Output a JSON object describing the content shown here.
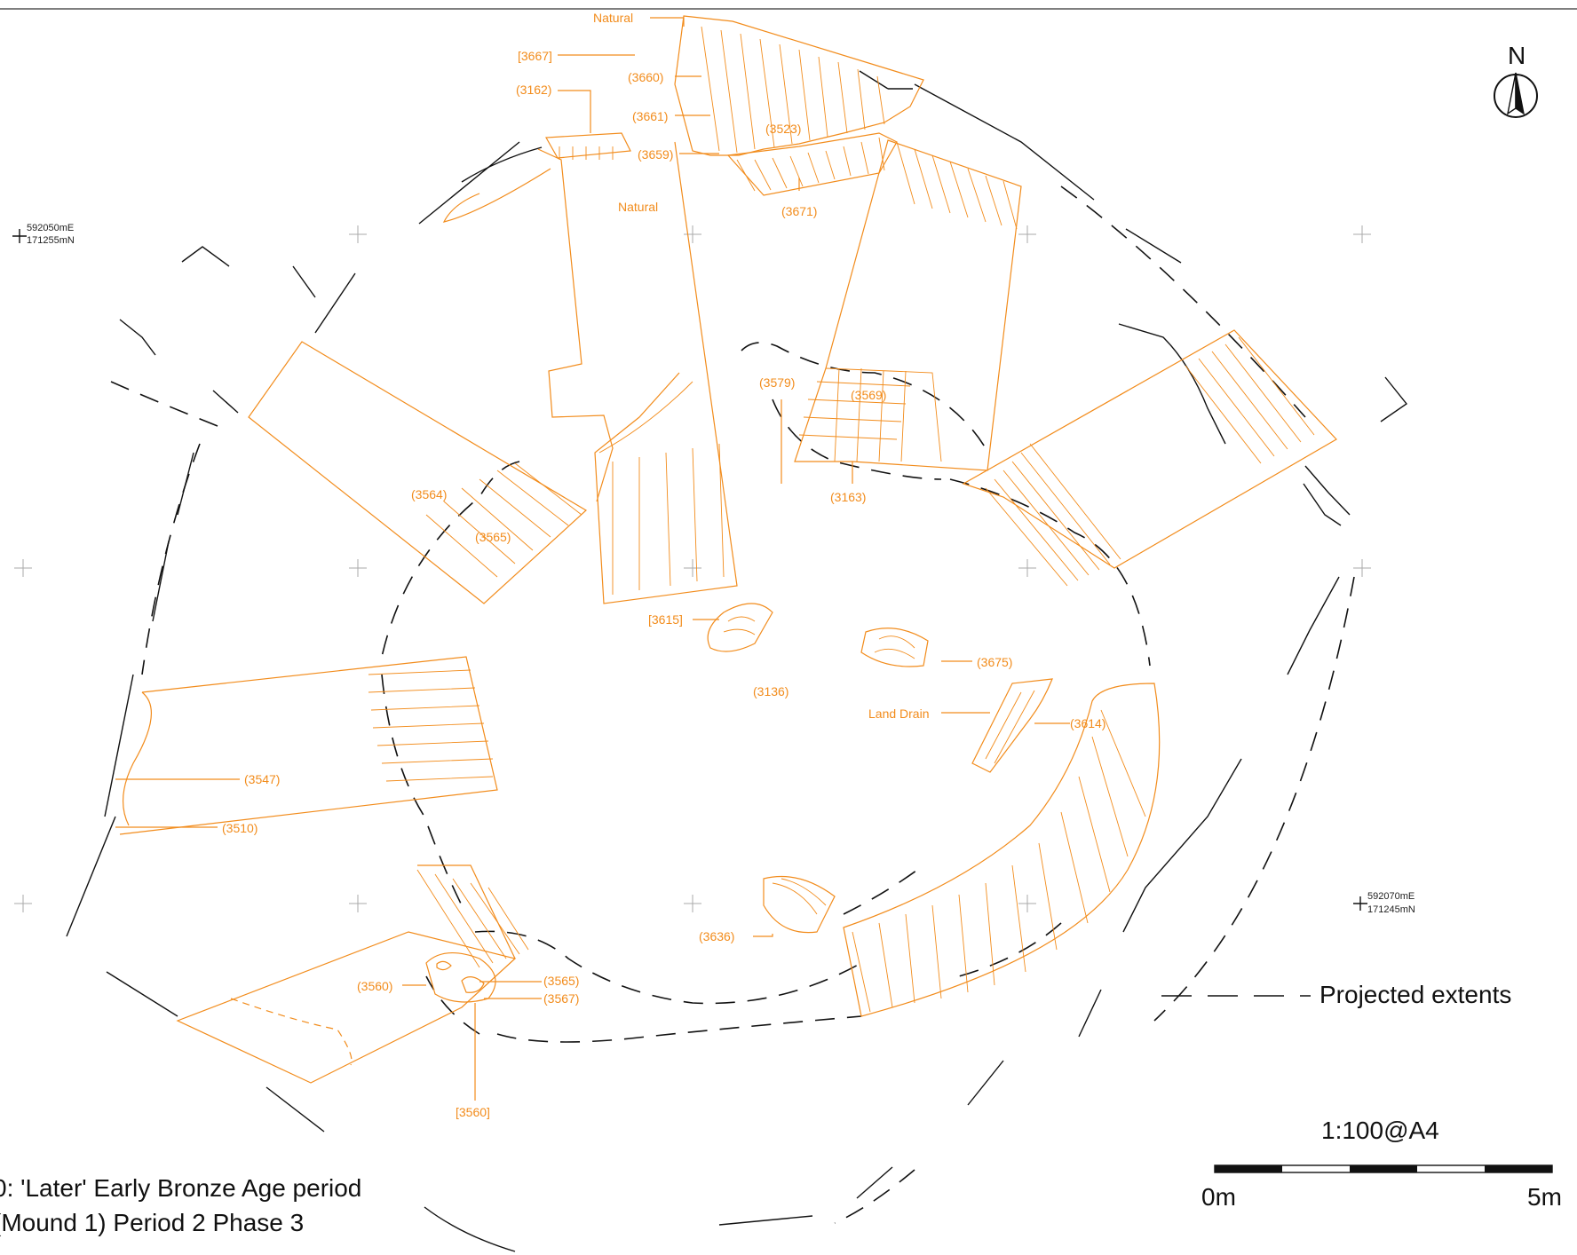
{
  "colors": {
    "feature": "#f28c1c",
    "ink": "#111111",
    "grid": "#aaaaaa"
  },
  "north_label": "N",
  "legend": {
    "projected_label": "Projected extents"
  },
  "scale": {
    "ratio": "1:100@A4",
    "start": "0m",
    "end": "5m"
  },
  "coordinates": [
    {
      "e": "592050mE",
      "n": "171255mN"
    },
    {
      "e": "592070mE",
      "n": "171245mN"
    }
  ],
  "title_lines": [
    "0: 'Later' Early Bronze Age period",
    "(Mound 1) Period 2 Phase 3"
  ],
  "labels": {
    "natural_top": "Natural",
    "c3667": "[3667]",
    "c3660": "(3660)",
    "c3162": "(3162)",
    "c3661": "(3661)",
    "c3523": "(3523)",
    "c3659": "(3659)",
    "natural_mid": "Natural",
    "c3671": "(3671)",
    "c3579": "(3579)",
    "c3569": "(3569)",
    "c3163": "(3163)",
    "c3564": "(3564)",
    "c3565a": "(3565)",
    "c3615": "[3615]",
    "c3675": "(3675)",
    "c3136": "(3136)",
    "land_drain": "Land Drain",
    "c3614": "(3614)",
    "c3547": "(3547)",
    "c3510": "(3510)",
    "c3636": "(3636)",
    "c3560a": "(3560)",
    "c3565b": "(3565)",
    "c3567": "(3567)",
    "c3560b": "[3560]"
  }
}
